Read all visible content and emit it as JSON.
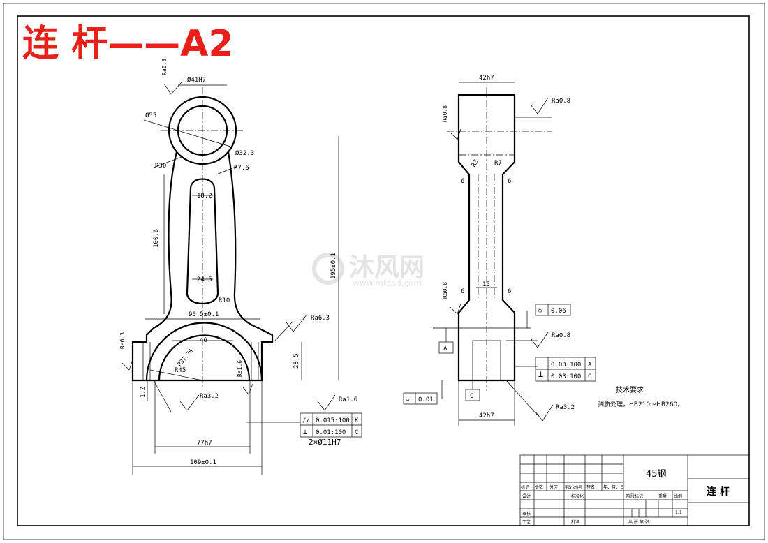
{
  "title": {
    "text": "连 杆——A2"
  },
  "watermark": {
    "brand": "沐风网",
    "url": "www.mfcad.com",
    "color": "#d9d9d9"
  },
  "colors": {
    "title": "#e8201a",
    "line": "#000000"
  },
  "front_view": {
    "dims": {
      "bore_top": "Ø41H7",
      "outer_top": "Ø55",
      "bore_small": "Ø32.3",
      "r30": "R30",
      "r7_6": "R7.6",
      "w18_2": "18.2",
      "h100_6": "100.6",
      "w24_5": "24.5",
      "r10": "R10",
      "h195": "195±0.1",
      "w90_5": "90.5±0.1",
      "w46": "46",
      "r37": "R37.76",
      "r45": "R45",
      "h28_5": "28.5",
      "h1_2": "1.2",
      "w77": "77h7",
      "w109": "109±0.1",
      "holes": "2×Ø11H7"
    },
    "roughness": {
      "ra0_8": "Ra0.8",
      "ra6_3_right": "Ra6.3",
      "ra6_3_left": "Ra6.3",
      "ra3_2": "Ra3.2",
      "ra1_6_side": "Ra1.6",
      "ra1_6": "Ra1.6"
    },
    "tolerance": {
      "row1_sym": "//",
      "row1_val": "0.015:100",
      "row1_ref": "K",
      "row2_sym": "⊥",
      "row2_val": "0.01:100",
      "row2_ref": "C"
    }
  },
  "side_view": {
    "dims": {
      "w42_top": "42h7",
      "r3": "R3",
      "r7": "R7",
      "d6a": "6",
      "d6b": "6",
      "d6c": "6",
      "d6d": "6",
      "w15": "15",
      "w42_bot": "42h7"
    },
    "roughness": {
      "ra0_8_right": "Ra0.8",
      "ra0_8_left": "Ra0.8",
      "ra0_8_mid": "Ra0.8",
      "ra0_8_low": "Ra0.8",
      "ra3_2": "Ra3.2"
    },
    "tolerance": {
      "cyl_sym": "⌭",
      "cyl_val": "0.06",
      "perp1_sym": "⊥",
      "perp1_val": "0.03:100",
      "perp1_ref": "A",
      "perp2_val": "0.03:100",
      "perp2_ref": "C",
      "flat_sym": "▱",
      "flat_val": "0.01"
    },
    "datums": {
      "a": "A",
      "c": "C"
    }
  },
  "notes": {
    "heading": "技术要求",
    "line1": "调质处理，HB210～HB260。"
  },
  "title_block": {
    "material": "45钢",
    "part_name": "连 杆",
    "scale": "1:1",
    "headers": [
      "标记",
      "处数",
      "分区",
      "更改文件号",
      "签名",
      "年、月、日"
    ],
    "design": "设计",
    "standard": "标准化",
    "stage": "阶段标记",
    "weight": "重量",
    "ratio": "比例",
    "review": "审核",
    "process": "工艺",
    "approve": "批准",
    "sheet": "共  张  第  张"
  }
}
